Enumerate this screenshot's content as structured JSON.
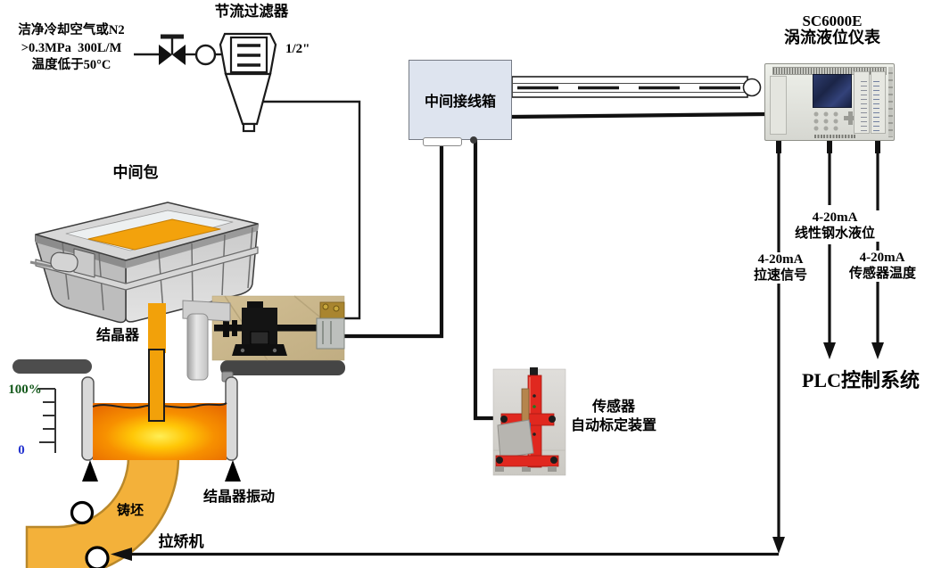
{
  "air_supply_note": {
    "line1": "洁净冷却空气或N2",
    "line2": ">0.3MPa  300L/M",
    "line3": "温度低于50°C"
  },
  "throttle_filter": {
    "label": "节流过滤器",
    "pipe_size": "1/2\""
  },
  "junction_box": {
    "label": "中间接线箱"
  },
  "level_instrument": {
    "model": "SC6000E",
    "name": "涡流液位仪表"
  },
  "tundish": {
    "label": "中间包"
  },
  "mold": {
    "label": "结晶器",
    "vibration_label": "结晶器振动"
  },
  "level_scale": {
    "max": "100%",
    "min": "0"
  },
  "sensor_calibration": {
    "line1": "传感器",
    "line2": "自动标定装置"
  },
  "signals": {
    "casting_speed": {
      "range": "4-20mA",
      "name": "拉速信号"
    },
    "steel_level": {
      "range": "4-20mA",
      "name": "线性钢水液位"
    },
    "sensor_temperature": {
      "range": "4-20mA",
      "name": "传感器温度"
    }
  },
  "plc": {
    "label": "PLC控制系统"
  },
  "strand": {
    "billet_label": "铸坯",
    "withdrawal_machine_label": "拉矫机"
  },
  "colors": {
    "molten_steel": "#f79000",
    "molten_glow": "#ffee55",
    "stream_orange": "#f2a10a",
    "strand_orange": "#f3b13a",
    "junction_box_fill": "#dee4ef",
    "instrument_screen": "#1b2547",
    "calibration_red": "#e0281f",
    "scale_max_green": "#14591b",
    "scale_min_blue": "#2433cf"
  }
}
